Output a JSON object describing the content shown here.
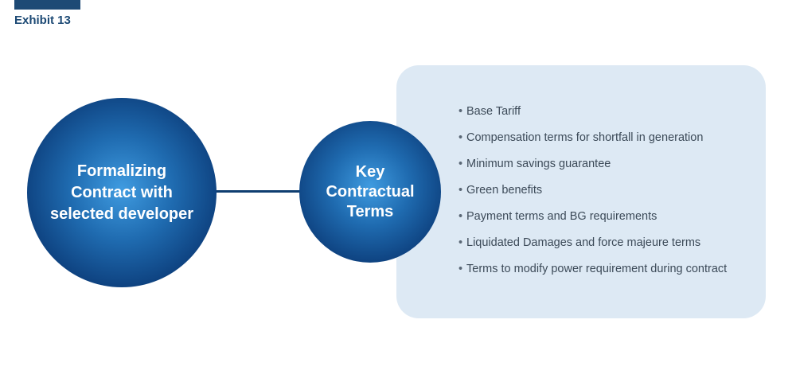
{
  "header": {
    "exhibit_label": "Exhibit 13"
  },
  "diagram": {
    "left_node": {
      "label": "Formalizing Contract with selected developer"
    },
    "right_node": {
      "label": "Key Contractual Terms"
    },
    "terms": [
      "Base Tariff",
      "Compensation terms for shortfall in generation",
      "Minimum savings guarantee",
      "Green benefits",
      "Payment terms and BG requirements",
      "Liquidated Damages and force majeure terms",
      "Terms to modify power requirement during contract"
    ]
  },
  "colors": {
    "brand_navy": "#1d4a75",
    "circle_dark": "#0a2f5f",
    "circle_light": "#3f9be0",
    "panel_background": "#dde9f4",
    "list_text": "#3c4a58"
  }
}
